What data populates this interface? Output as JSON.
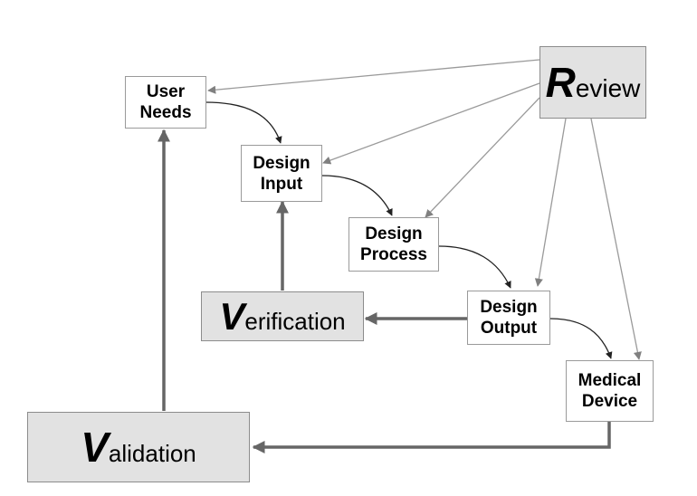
{
  "nodes": {
    "user_needs": "User\nNeeds",
    "design_input": "Design\nInput",
    "design_process": "Design\nProcess",
    "design_output": "Design\nOutput",
    "medical_device": "Medical\nDevice",
    "review": {
      "initial": "R",
      "rest": "eview"
    },
    "verification": {
      "initial": "V",
      "rest": "erification"
    },
    "validation": {
      "initial": "V",
      "rest": "alidation"
    }
  },
  "colors": {
    "thick_arrow": "#666666",
    "thin_arrow": "#9a9a9a",
    "curve_arrow": "#222222",
    "big_box_fill": "#e2e2e2"
  }
}
